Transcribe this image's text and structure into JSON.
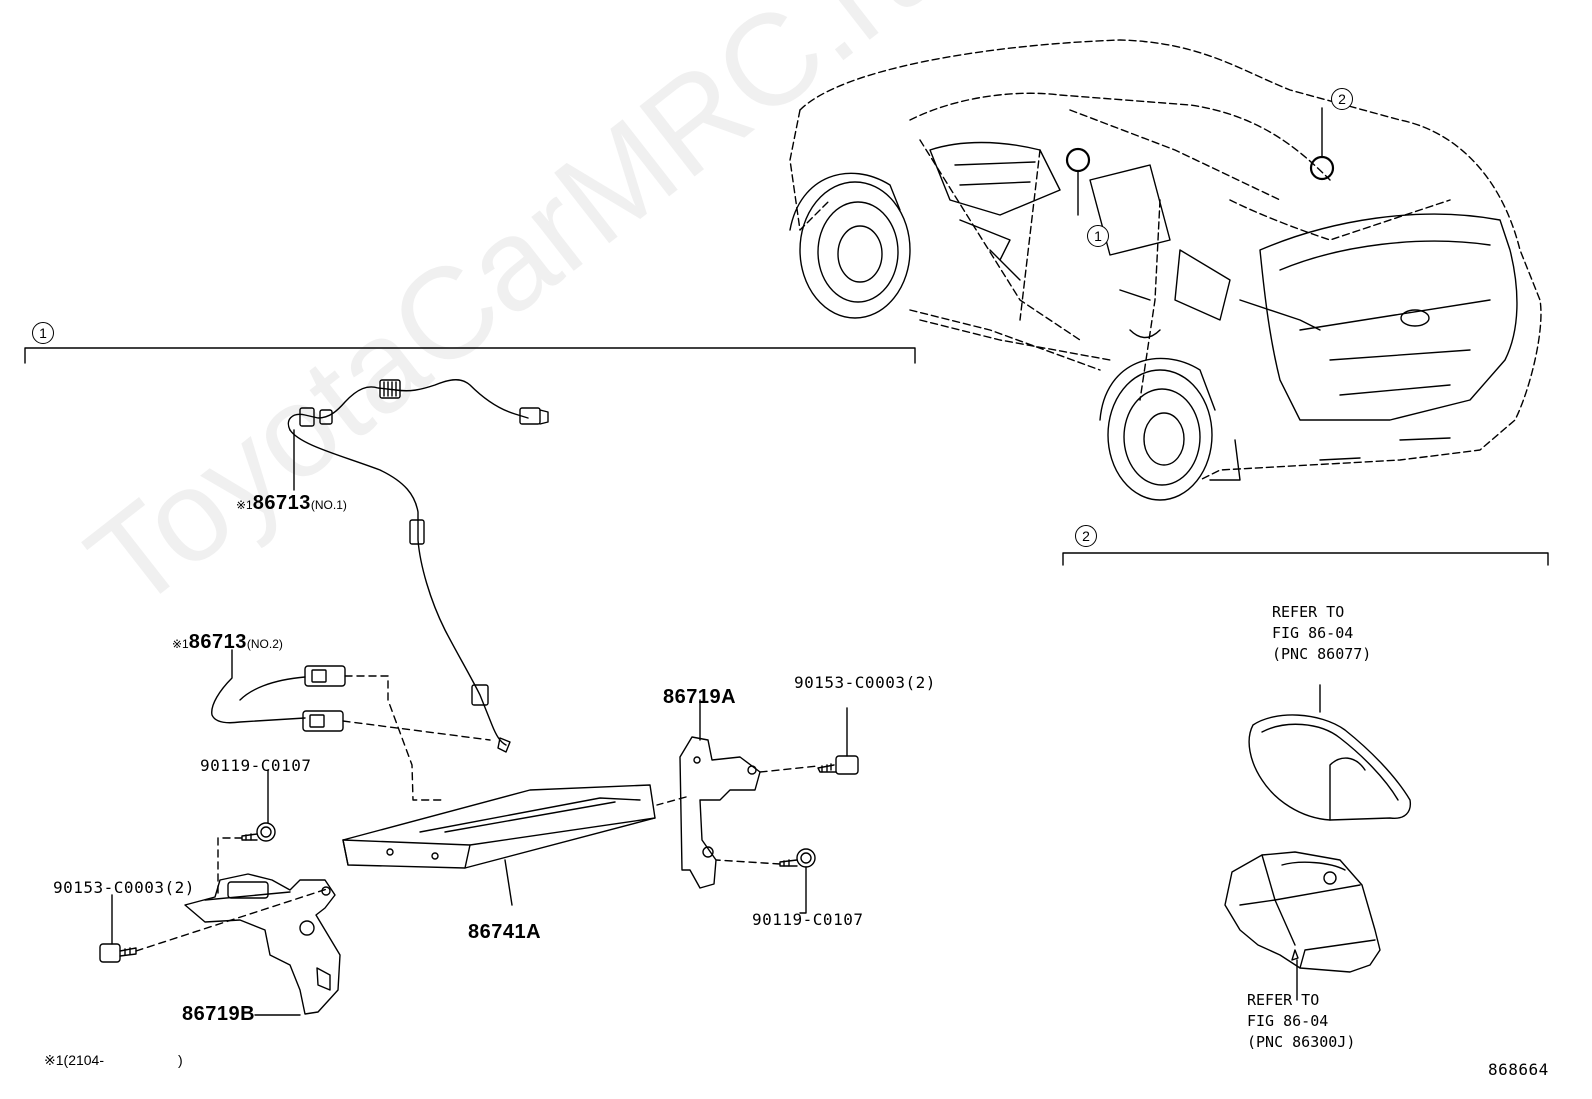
{
  "watermark": "ToyotaCarMRC.ru",
  "callouts": {
    "one": "1",
    "two": "2"
  },
  "labels": {
    "harness_no1_mark": "※1",
    "harness_no1_pn": "86713",
    "harness_no1_suffix": "(NO.1)",
    "harness_no2_mark": "※1",
    "harness_no2_pn": "86713",
    "harness_no2_suffix": "(NO.2)",
    "bracket_a": "86719A",
    "bracket_b": "86719B",
    "amplifier": "86741A",
    "bolt_right_top": "90153-C0003(2)",
    "bolt_left": "90153-C0003(2)",
    "screw_left": "90119-C0107",
    "screw_right": "90119-C0107",
    "refer_antenna": "REFER TO\nFIG 86-04\n(PNC 86077)",
    "refer_module": "REFER TO\nFIG 86-04\n(PNC 86300J)",
    "note_mark": "※1",
    "note_range": "(2104-",
    "note_close": ")",
    "figure_id": "868664"
  }
}
